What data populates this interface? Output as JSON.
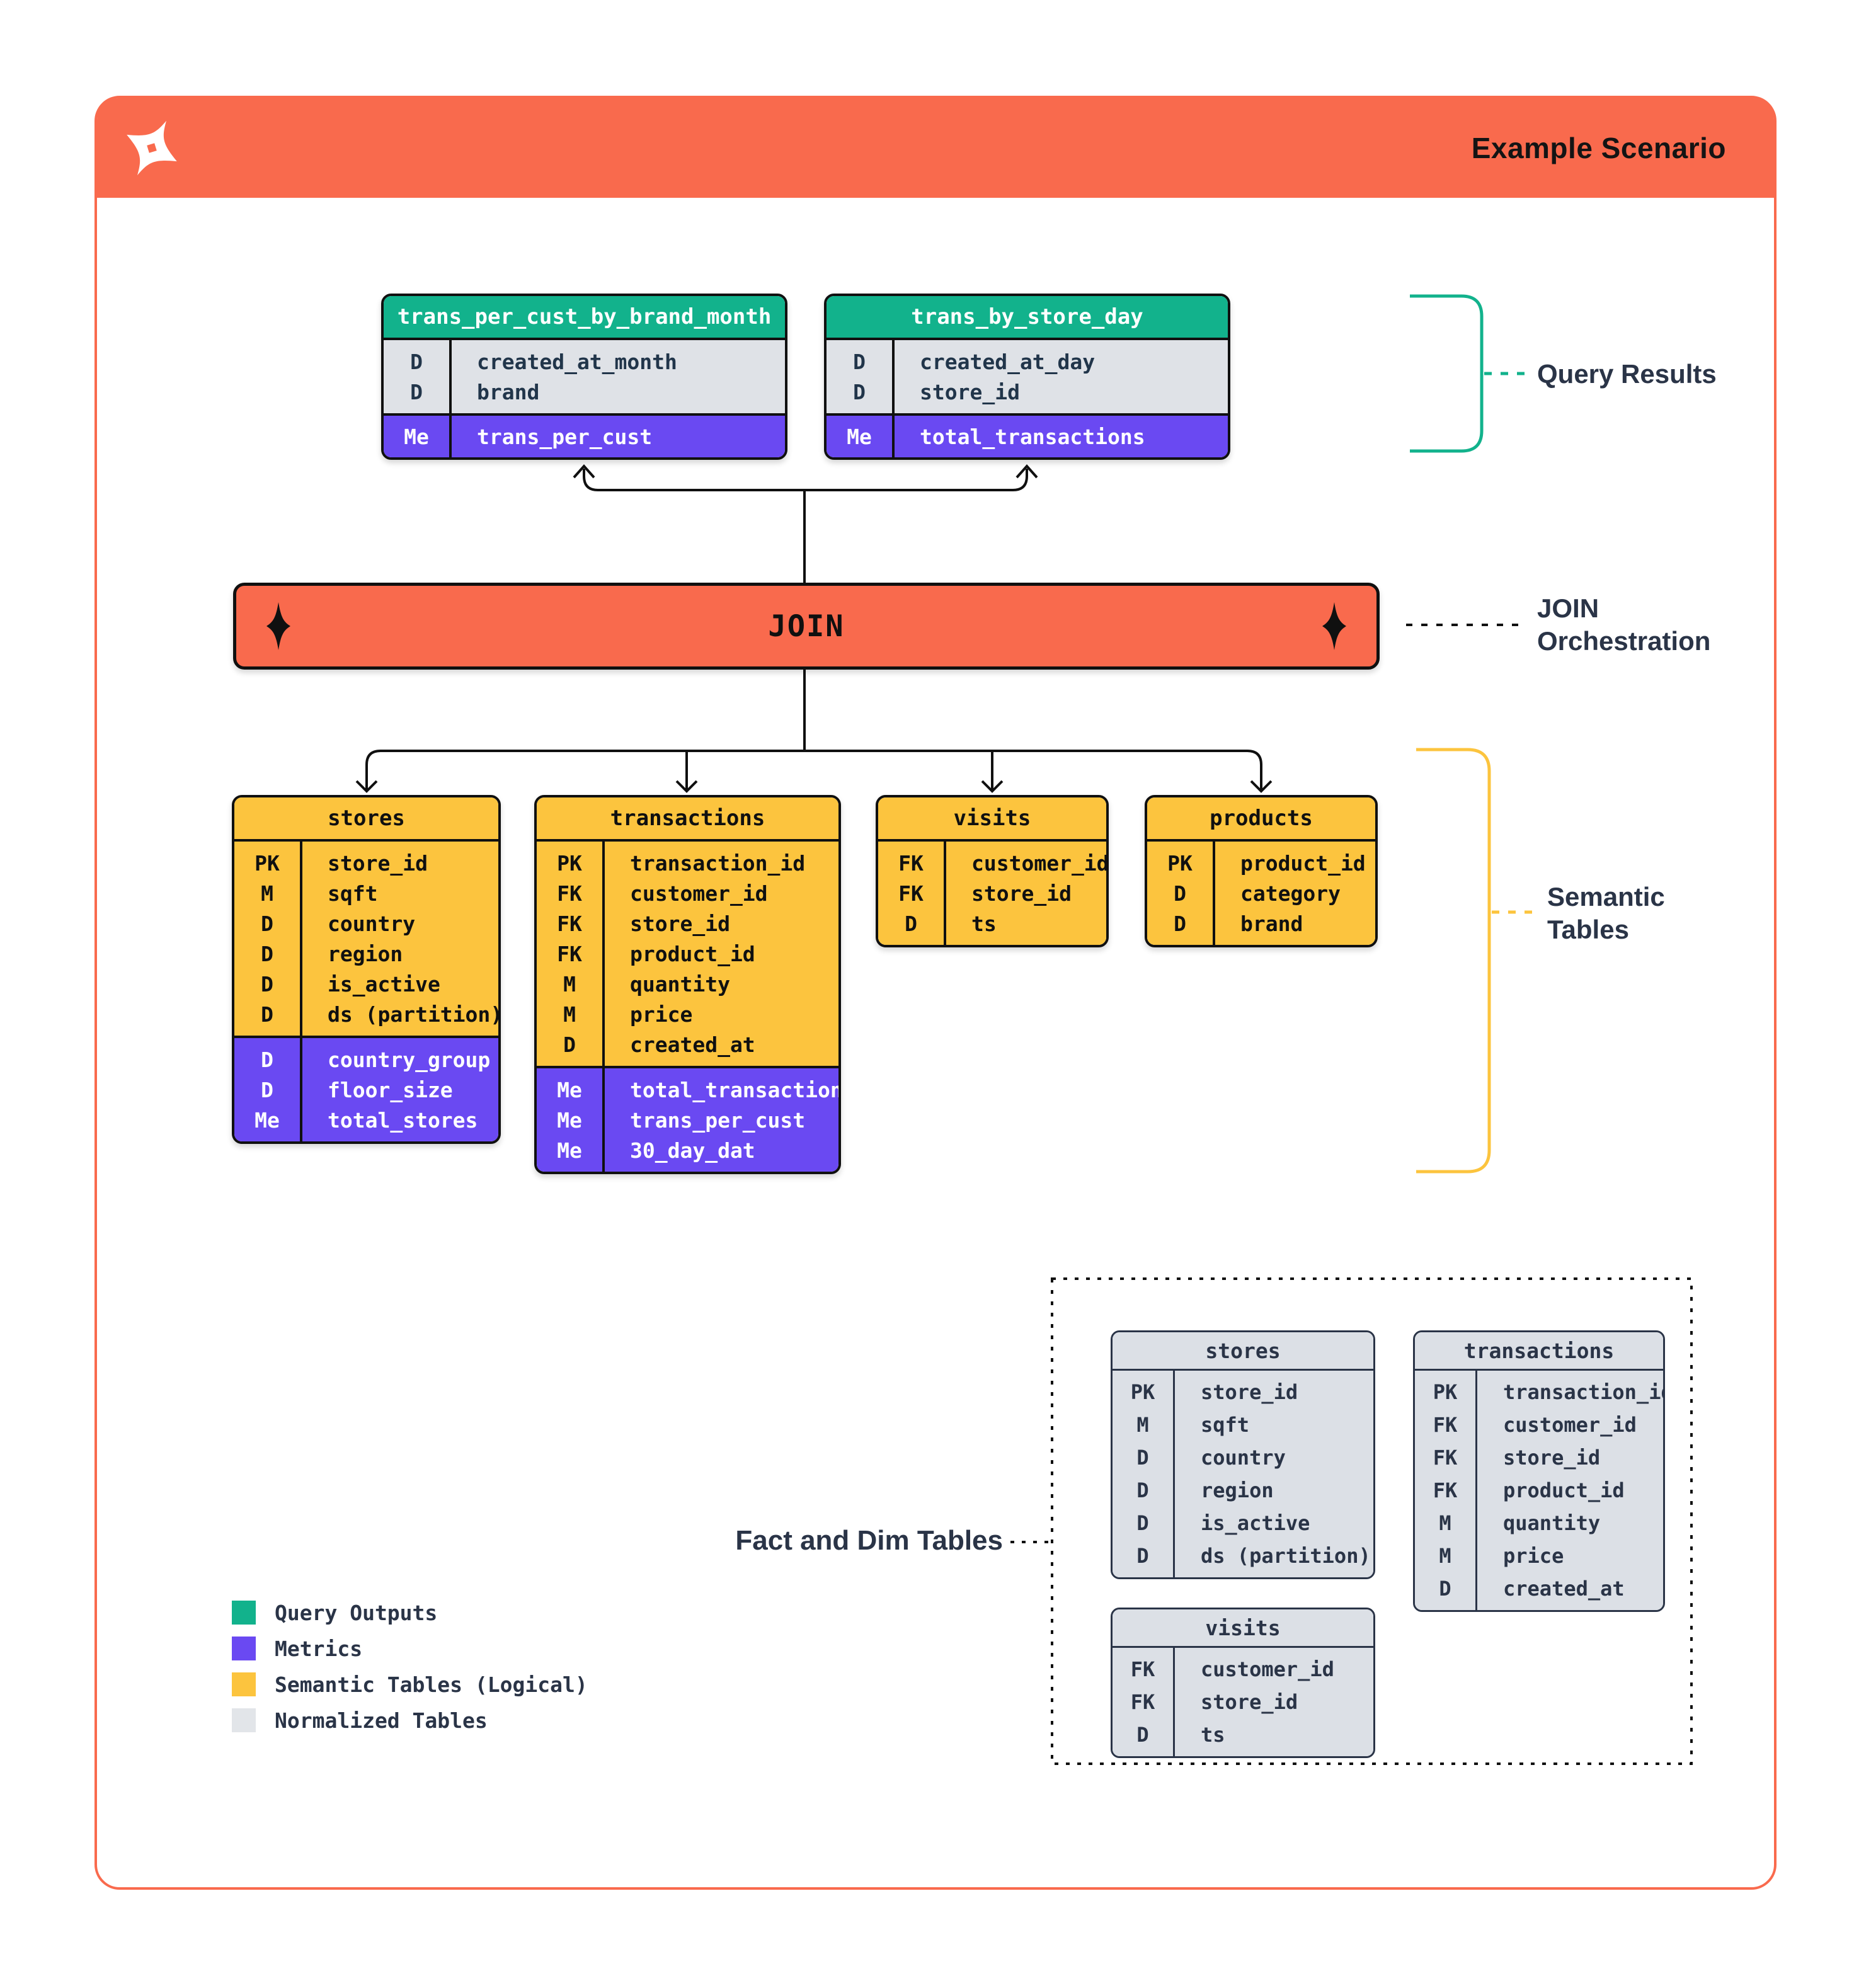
{
  "header": {
    "title": "Example Scenario"
  },
  "join": {
    "label": "JOIN"
  },
  "labels": {
    "query_results": "Query Results",
    "join_orchestration": "JOIN\nOrchestration",
    "semantic_tables": "Semantic\nTables",
    "fact_dim": "Fact and Dim Tables"
  },
  "tables": {
    "query_results": [
      {
        "name": "trans_per_cust_by_brand_month",
        "dims": [
          [
            "D",
            "created_at_month"
          ],
          [
            "D",
            "brand"
          ]
        ],
        "metrics": [
          [
            "Me",
            "trans_per_cust"
          ]
        ]
      },
      {
        "name": "trans_by_store_day",
        "dims": [
          [
            "D",
            "created_at_day"
          ],
          [
            "D",
            "store_id"
          ]
        ],
        "metrics": [
          [
            "Me",
            "total_transactions"
          ]
        ]
      }
    ],
    "semantic": [
      {
        "name": "stores",
        "dims": [
          [
            "PK",
            "store_id"
          ],
          [
            "M",
            "sqft"
          ],
          [
            "D",
            "country"
          ],
          [
            "D",
            "region"
          ],
          [
            "D",
            "is_active"
          ],
          [
            "D",
            "ds (partition)"
          ]
        ],
        "metrics": [
          [
            "D",
            "country_group"
          ],
          [
            "D",
            "floor_size"
          ],
          [
            "Me",
            "total_stores"
          ]
        ]
      },
      {
        "name": "transactions",
        "dims": [
          [
            "PK",
            "transaction_id"
          ],
          [
            "FK",
            "customer_id"
          ],
          [
            "FK",
            "store_id"
          ],
          [
            "FK",
            "product_id"
          ],
          [
            "M",
            "quantity"
          ],
          [
            "M",
            "price"
          ],
          [
            "D",
            "created_at"
          ]
        ],
        "metrics": [
          [
            "Me",
            "total_transactions"
          ],
          [
            "Me",
            "trans_per_cust"
          ],
          [
            "Me",
            "30_day_dat"
          ]
        ]
      },
      {
        "name": "visits",
        "dims": [
          [
            "FK",
            "customer_id"
          ],
          [
            "FK",
            "store_id"
          ],
          [
            "D",
            "ts"
          ]
        ],
        "metrics": []
      },
      {
        "name": "products",
        "dims": [
          [
            "PK",
            "product_id"
          ],
          [
            "D",
            "category"
          ],
          [
            "D",
            "brand"
          ]
        ],
        "metrics": []
      }
    ],
    "normalized": [
      {
        "name": "stores",
        "dims": [
          [
            "PK",
            "store_id"
          ],
          [
            "M",
            "sqft"
          ],
          [
            "D",
            "country"
          ],
          [
            "D",
            "region"
          ],
          [
            "D",
            "is_active"
          ],
          [
            "D",
            "ds (partition)"
          ]
        ],
        "metrics": []
      },
      {
        "name": "transactions",
        "dims": [
          [
            "PK",
            "transaction_id"
          ],
          [
            "FK",
            "customer_id"
          ],
          [
            "FK",
            "store_id"
          ],
          [
            "FK",
            "product_id"
          ],
          [
            "M",
            "quantity"
          ],
          [
            "M",
            "price"
          ],
          [
            "D",
            "created_at"
          ]
        ],
        "metrics": []
      },
      {
        "name": "visits",
        "dims": [
          [
            "FK",
            "customer_id"
          ],
          [
            "FK",
            "store_id"
          ],
          [
            "D",
            "ts"
          ]
        ],
        "metrics": []
      }
    ]
  },
  "legend": [
    {
      "label": "Query Outputs",
      "color": "#12B28C"
    },
    {
      "label": "Metrics",
      "color": "#6A49F2"
    },
    {
      "label": "Semantic Tables (Logical)",
      "color": "#FCC43E"
    },
    {
      "label": "Normalized Tables",
      "color": "#E2E5E9"
    }
  ],
  "colors": {
    "accent_orange": "#F96A4D",
    "green": "#12B28C",
    "purple": "#6A49F2",
    "yellow": "#FCC43E",
    "gray_row": "#DFE2E7",
    "normalized_bg": "#DCE0E6",
    "navy_text": "#2A3447"
  }
}
